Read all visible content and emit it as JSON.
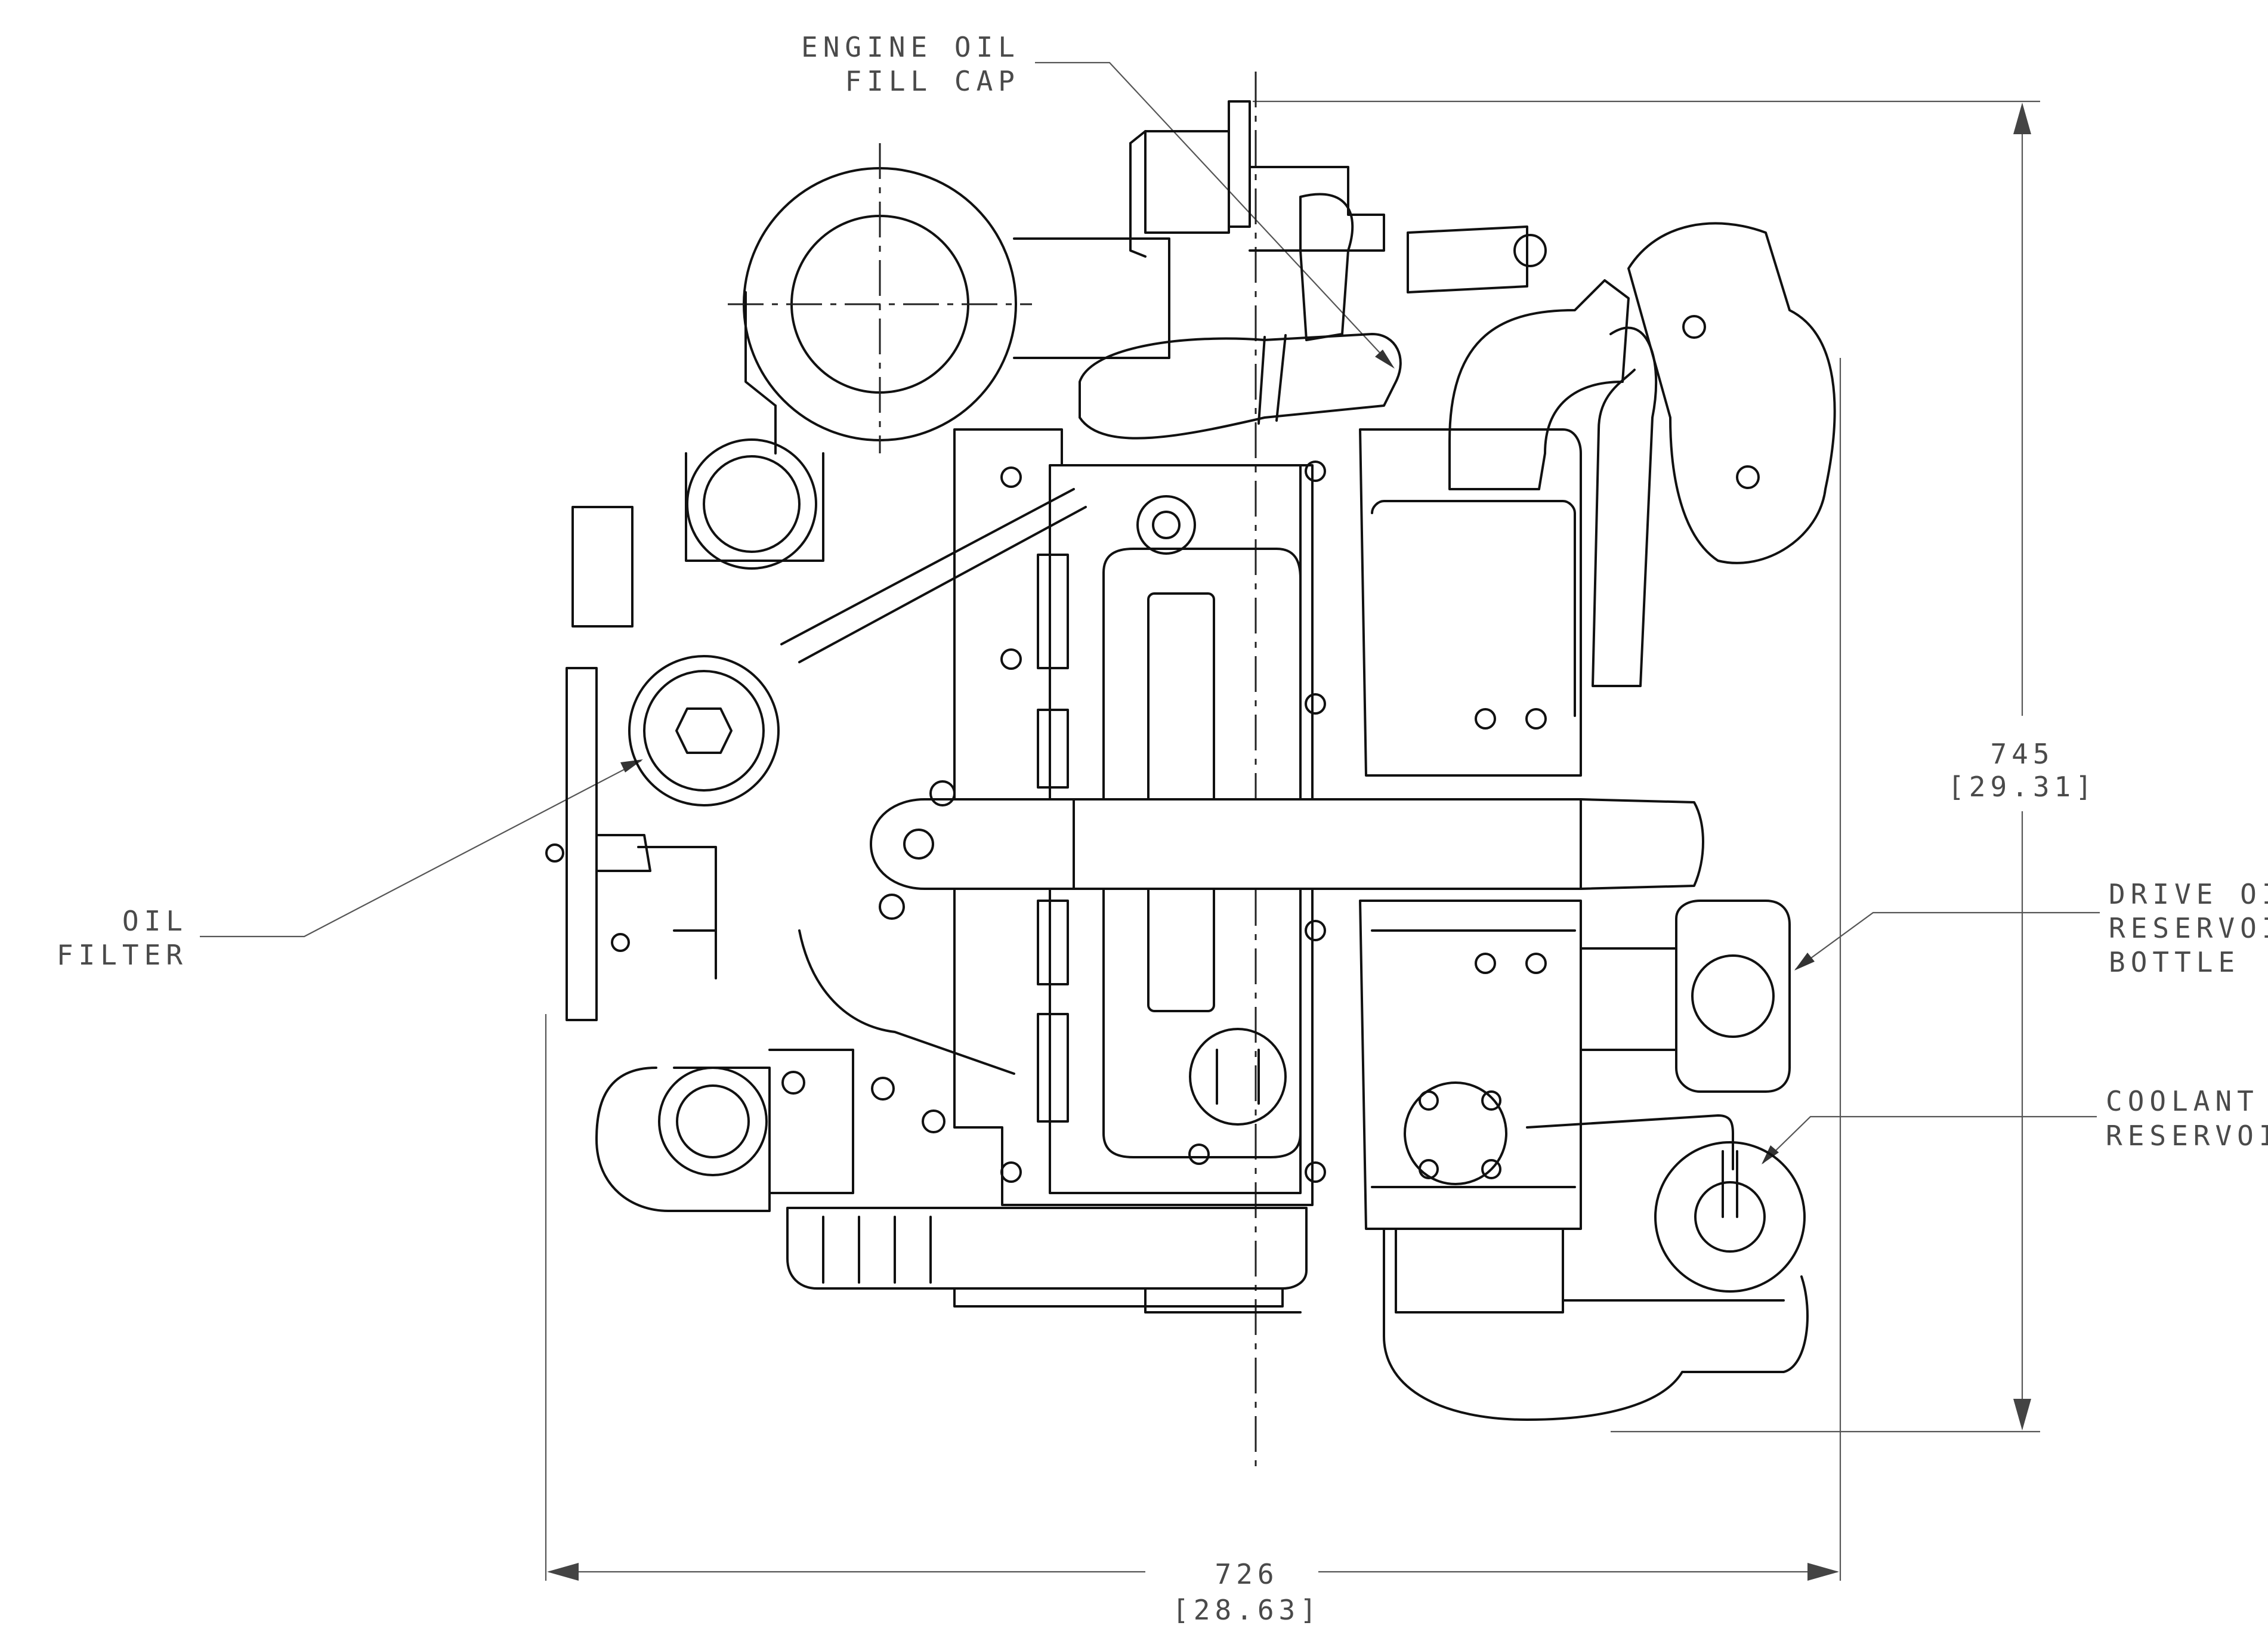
{
  "callouts": {
    "engine_oil_fill_cap": [
      "ENGINE OIL",
      "FILL CAP"
    ],
    "oil_filter": [
      "OIL",
      "FILTER"
    ],
    "drive_oil_reservoir_bottle": [
      "DRIVE OIL",
      "RESERVOIR",
      "BOTTLE"
    ],
    "coolant_reservoir": [
      "COOLANT",
      "RESERVOIR"
    ]
  },
  "dimensions": {
    "height": {
      "mm": "745",
      "inches": "[29.31]"
    },
    "width": {
      "mm": "726",
      "inches": "[28.63]"
    }
  }
}
